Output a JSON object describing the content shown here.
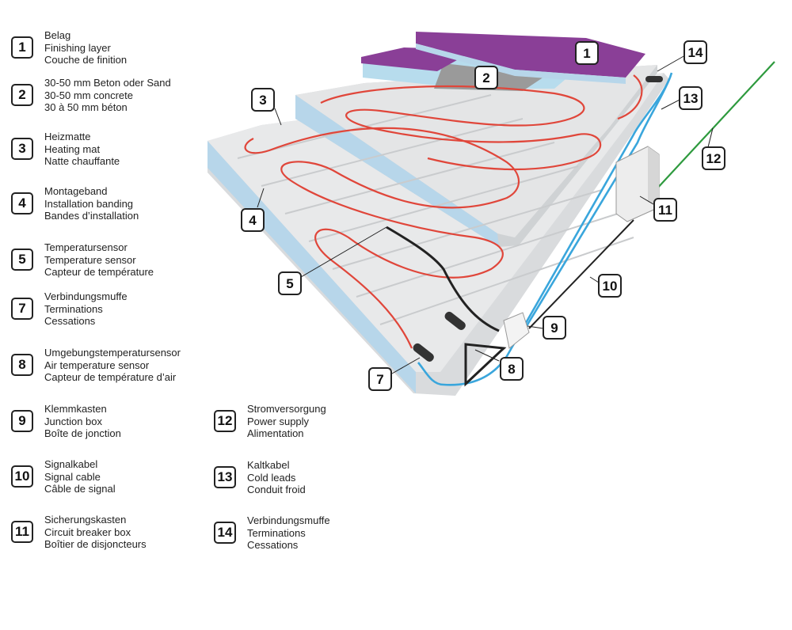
{
  "legend": [
    {
      "num": "1",
      "lines": [
        "Belag",
        "Finishing layer",
        "Couche de finition"
      ]
    },
    {
      "num": "2",
      "lines": [
        "30-50 mm Beton oder Sand",
        "30-50 mm concrete",
        "30 à 50 mm béton"
      ]
    },
    {
      "num": "3",
      "lines": [
        "Heizmatte",
        "Heating mat",
        "Natte chauffante"
      ]
    },
    {
      "num": "4",
      "lines": [
        "Montageband",
        "Installation banding",
        "Bandes d’installation"
      ]
    },
    {
      "num": "5",
      "lines": [
        "Temperatursensor",
        "Temperature sensor",
        "Capteur de température"
      ]
    },
    {
      "num": "7",
      "lines": [
        "Verbindungsmuffe",
        "Terminations",
        "Cessations"
      ]
    },
    {
      "num": "8",
      "lines": [
        "Umgebungstemperatursensor",
        "Air temperature sensor",
        "Capteur de température d’air"
      ]
    },
    {
      "num": "9",
      "lines": [
        "Klemmkasten",
        "Junction box",
        "Boîte de jonction"
      ]
    },
    {
      "num": "10",
      "lines": [
        "Signalkabel",
        "Signal cable",
        "Câble de signal"
      ]
    },
    {
      "num": "11",
      "lines": [
        "Sicherungskasten",
        "Circuit breaker box",
        "Boîtier de disjoncteurs"
      ]
    },
    {
      "num": "12",
      "lines": [
        "Stromversorgung",
        "Power supply",
        "Alimentation"
      ]
    },
    {
      "num": "13",
      "lines": [
        "Kaltkabel",
        "Cold leads",
        "Conduit froid"
      ]
    },
    {
      "num": "14",
      "lines": [
        "Verbindungsmuffe",
        "Terminations",
        "Cessations"
      ]
    }
  ],
  "callouts": [
    "1",
    "2",
    "3",
    "4",
    "5",
    "7",
    "8",
    "9",
    "10",
    "11",
    "12",
    "13",
    "14"
  ],
  "colors": {
    "heating_cable": "#e0463a",
    "cold_lead": "#3aa6dc",
    "power_supply": "#2e9a3e",
    "signal_cable": "#222222",
    "finishing_layer": "#8a3f97",
    "concrete": "#9a9a9a",
    "insulation": "#b7d6ea",
    "slab": "#e6e6e6"
  }
}
